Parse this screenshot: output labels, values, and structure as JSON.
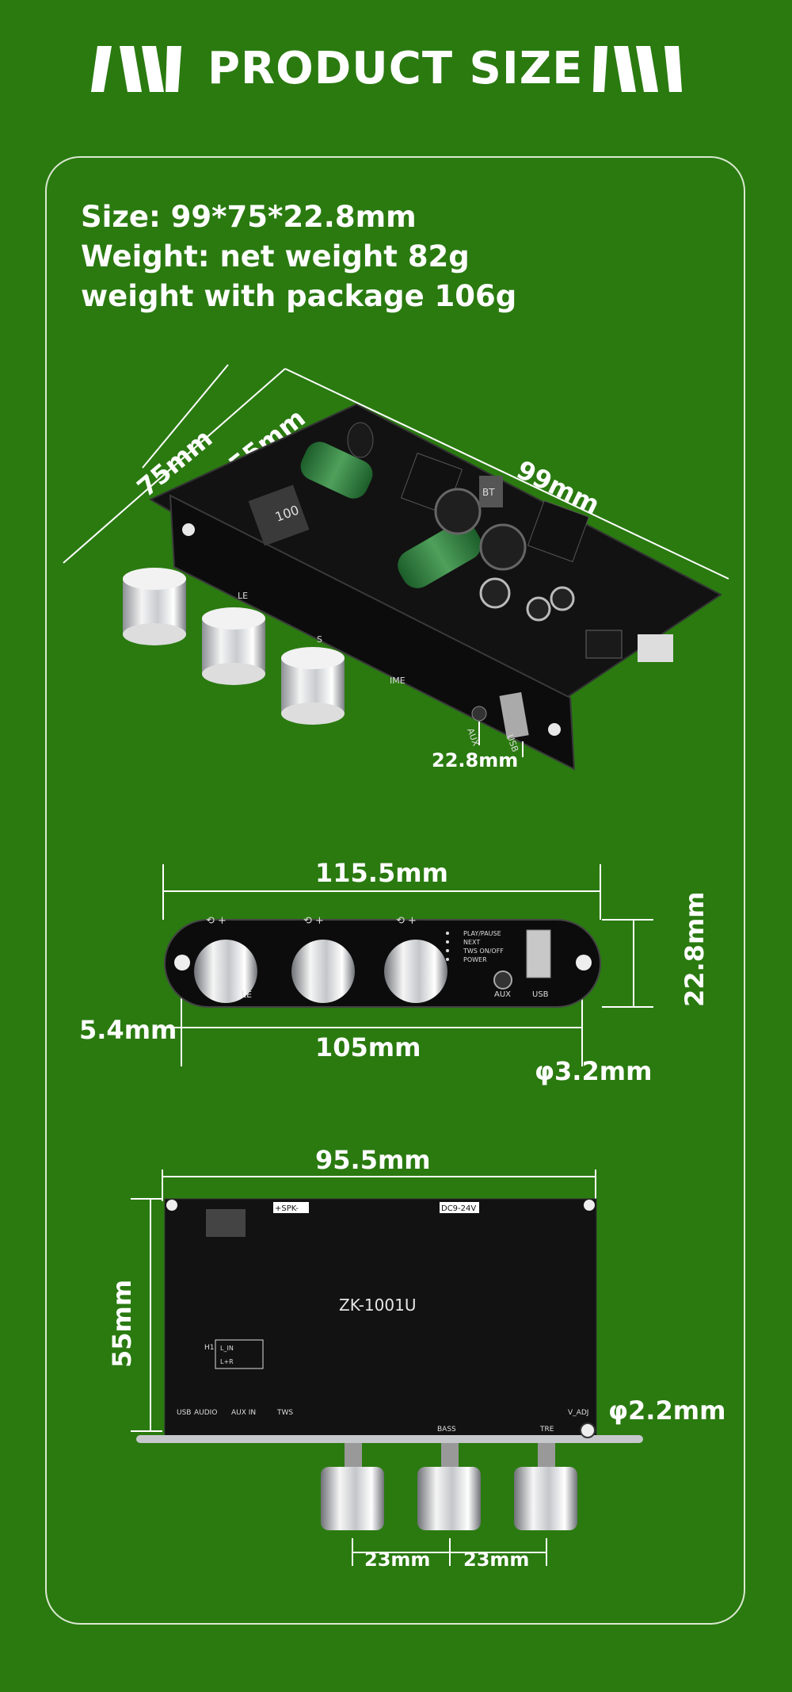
{
  "header": {
    "title": "PRODUCT SIZE"
  },
  "specs": {
    "size": "Size: 99*75*22.8mm",
    "weight": "Weight: net weight 82g",
    "package_weight": "weight with package 106g"
  },
  "iso_view": {
    "dim_depth": "75mm",
    "dim_height": "55mm",
    "dim_length": "99mm",
    "dim_thickness": "22.8mm",
    "inductor_label": "100",
    "bt_label": "BT",
    "knob_labels": [
      "LE",
      "S",
      "IME"
    ],
    "port_labels": [
      "AUX",
      "USB"
    ]
  },
  "front_view": {
    "dim_total_width": "115.5mm",
    "dim_height": "22.8mm",
    "dim_edge": "5.4mm",
    "dim_hole_spacing": "105mm",
    "dim_hole_dia": "φ3.2mm",
    "led_labels": [
      "PLAY/PAUSE",
      "NEXT",
      "TWS ON/OFF",
      "POWER"
    ],
    "knob_label_left": "LE",
    "port_labels": [
      "AUX",
      "USB"
    ]
  },
  "bottom_view": {
    "dim_width": "95.5mm",
    "dim_height": "55mm",
    "dim_hole_dia": "φ2.2mm",
    "dim_spacing_1": "23mm",
    "dim_spacing_2": "23mm",
    "model": "ZK-1001U",
    "silk_spk": "+SPK-",
    "silk_dc": "DC9-24V",
    "silk_labels": [
      "USB",
      "AUDIO",
      "AUX IN",
      "TWS",
      "BASS",
      "TRE",
      "V_ADJ"
    ],
    "silk_h1": "H1",
    "silk_lin": "L_IN",
    "silk_lr": "L+R"
  }
}
